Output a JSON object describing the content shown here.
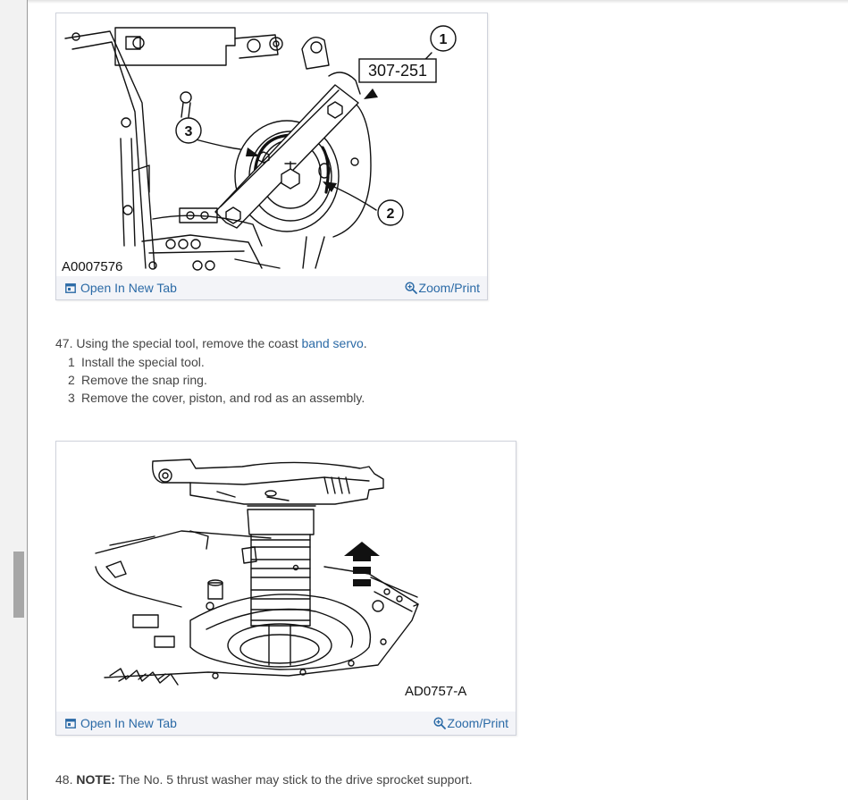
{
  "figure1": {
    "code": "A0007576",
    "tool_label": "307-251",
    "callouts": [
      "1",
      "2",
      "3"
    ],
    "open_label": "Open In New Tab",
    "zoom_label": "Zoom/Print",
    "open_icon": "new-tab-icon",
    "zoom_icon": "magnifier-plus-icon"
  },
  "step47": {
    "number": "47.",
    "text_before": "Using the special tool, remove the coast",
    "link": "band servo",
    "text_after": ".",
    "substeps": [
      {
        "num": "1",
        "text": "Install the special tool."
      },
      {
        "num": "2",
        "text": "Remove the snap ring."
      },
      {
        "num": "3",
        "text": "Remove the cover, piston, and rod as an assembly."
      }
    ]
  },
  "figure2": {
    "code": "AD0757-A",
    "open_label": "Open In New Tab",
    "zoom_label": "Zoom/Print",
    "open_icon": "new-tab-icon",
    "zoom_icon": "magnifier-plus-icon"
  },
  "step48": {
    "number": "48.",
    "note_label": "NOTE:",
    "text": "The No. 5 thrust washer may stick to the drive sprocket support."
  },
  "colors": {
    "link": "#2b6aa6",
    "text": "#454545",
    "figure_bar": "#f3f4f8",
    "rail": "#f2f2f2"
  }
}
